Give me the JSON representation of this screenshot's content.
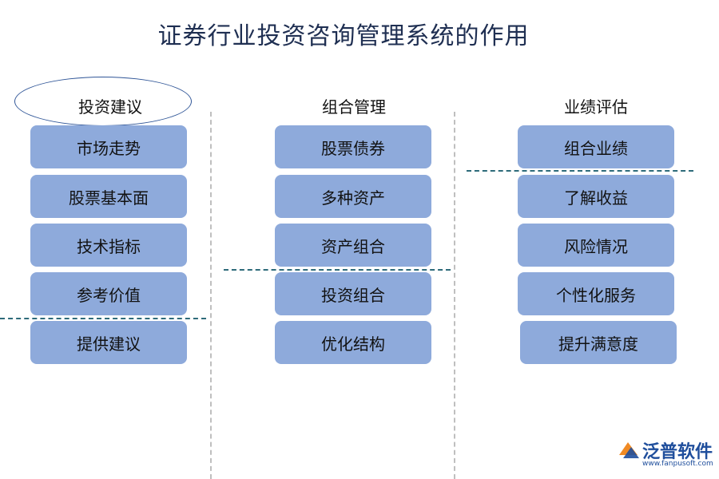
{
  "title": "证券行业投资咨询管理系统的作用",
  "columns": [
    {
      "header": "投资建议",
      "items": [
        "市场走势",
        "股票基本面",
        "技术指标",
        "参考价值",
        "提供建议"
      ]
    },
    {
      "header": "组合管理",
      "items": [
        "股票债券",
        "多种资产",
        "资产组合",
        "投资组合",
        "优化结构"
      ]
    },
    {
      "header": "业绩评估",
      "items": [
        "组合业绩",
        "了解收益",
        "风险情况",
        "个性化服务",
        "提升满意度"
      ]
    }
  ],
  "logo": {
    "name": "泛普软件",
    "url": "www.fanpusoft.com"
  },
  "colors": {
    "box": "#8eaadb",
    "title": "#1f2f52",
    "divider": "#2e6b7a",
    "logo": "#1f4e9c"
  }
}
